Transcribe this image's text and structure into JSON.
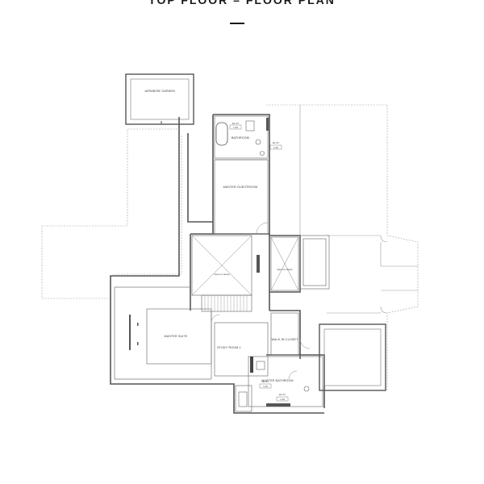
{
  "page": {
    "title": "TOP FLOOR – FLOOR PLAN"
  },
  "rooms": {
    "japanese_garden": "JAPANESE GARDEN",
    "bathroom": "BATHROOM",
    "master_guestroom": "MASTER GUESTROOM",
    "open_to_below": "Open to below",
    "open_to_below_2": "Open to below",
    "master_suite": "MASTER SUITE",
    "study_room": "STUDY ROOM 1",
    "walk_in_closet": "WALK-IN CLOSET",
    "master_bathroom": "MASTER BATHROOM"
  },
  "level_tags": [
    {
      "top": "EL.67",
      "bottom": "1.00"
    },
    {
      "top": "EL.67",
      "bottom": "1.00"
    },
    {
      "top": "EL.67",
      "bottom": "1.00"
    },
    {
      "top": "EL.67",
      "bottom": "1.00"
    }
  ],
  "colors": {
    "wall": "#555555",
    "thin_line": "#888888",
    "dashed_line": "#9a9a9a",
    "title": "#1a1a1a"
  }
}
